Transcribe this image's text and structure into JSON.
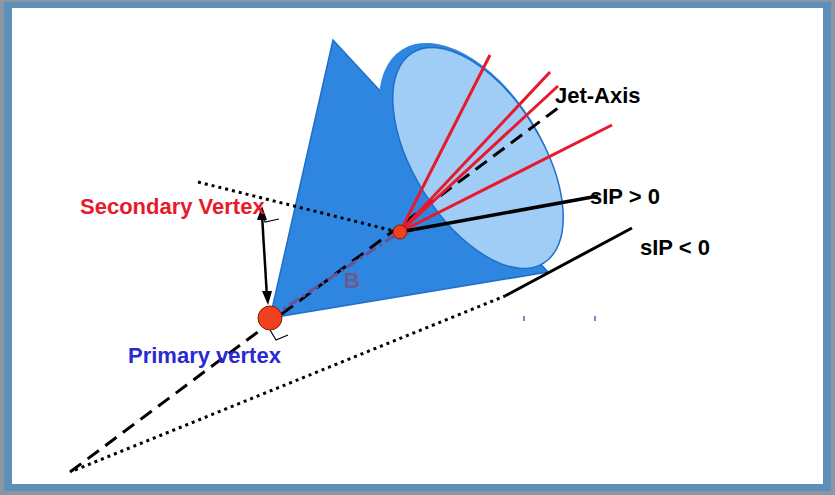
{
  "diagram": {
    "labels": [
      "Jet-Axis",
      "Secondary Vertex",
      "sIP > 0",
      "sIP < 0",
      "B",
      "Primary vertex"
    ]
  }
}
